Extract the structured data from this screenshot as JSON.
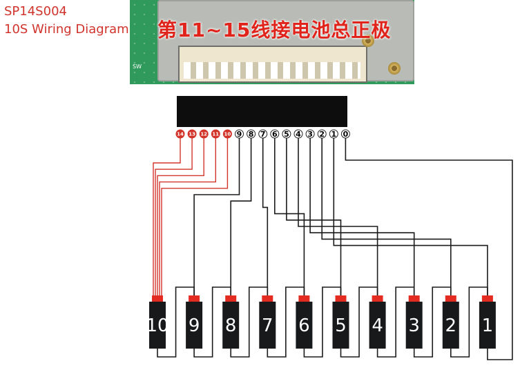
{
  "title": {
    "model": "SP14S004",
    "subtitle": "10S Wiring Diagram"
  },
  "photo": {
    "annotation": "第11~15线接电池总正极",
    "silkscreen": "SW"
  },
  "connector": {
    "pins": [
      "14",
      "13",
      "12",
      "11",
      "10",
      "9",
      "8",
      "7",
      "6",
      "5",
      "4",
      "3",
      "2",
      "1",
      "0"
    ],
    "unused_pins": [
      "14",
      "13",
      "12",
      "11",
      "10"
    ]
  },
  "cells": [
    "10",
    "9",
    "8",
    "7",
    "6",
    "5",
    "4",
    "3",
    "2",
    "1"
  ],
  "connections": [
    {
      "pin": "14",
      "to": "10",
      "end": "positive"
    },
    {
      "pin": "13",
      "to": "10",
      "end": "positive"
    },
    {
      "pin": "12",
      "to": "10",
      "end": "positive"
    },
    {
      "pin": "11",
      "to": "10",
      "end": "positive"
    },
    {
      "pin": "10",
      "to": "10",
      "end": "positive"
    },
    {
      "pin": "9",
      "to": "9",
      "end": "positive"
    },
    {
      "pin": "8",
      "to": "8",
      "end": "positive"
    },
    {
      "pin": "7",
      "to": "7",
      "end": "positive"
    },
    {
      "pin": "6",
      "to": "6",
      "end": "positive"
    },
    {
      "pin": "5",
      "to": "5",
      "end": "positive"
    },
    {
      "pin": "4",
      "to": "4",
      "end": "positive"
    },
    {
      "pin": "3",
      "to": "3",
      "end": "positive"
    },
    {
      "pin": "2",
      "to": "2",
      "end": "positive"
    },
    {
      "pin": "1",
      "to": "1",
      "end": "positive"
    },
    {
      "pin": "0",
      "to": "1",
      "end": "negative"
    }
  ],
  "colors": {
    "wire": "#1a1a1a",
    "wire_extra": "#d2342a",
    "terminal_positive": "#e32b22",
    "cell_body": "#17191b",
    "connector_body": "#0d0d0d",
    "title": "#d0342c",
    "pcb": "#2f9a5c"
  }
}
